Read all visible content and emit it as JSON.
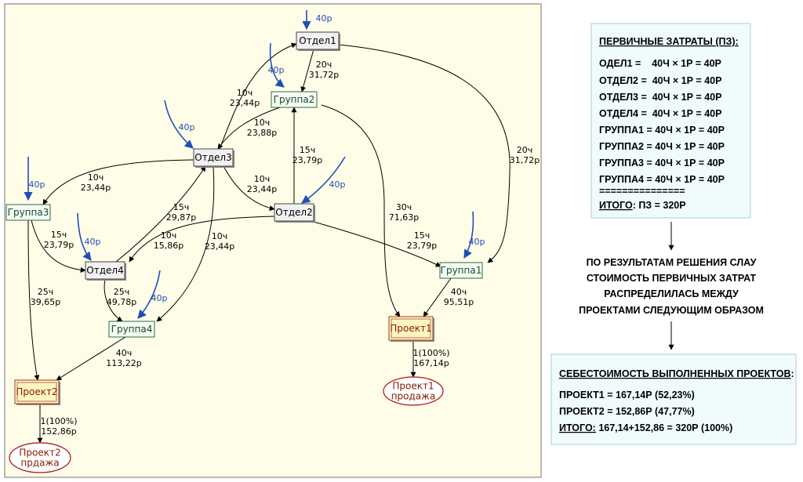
{
  "nodes": [
    {
      "id": "otdel1",
      "label": "Отдел1",
      "type": "dept"
    },
    {
      "id": "gruppa2",
      "label": "Группа2",
      "type": "group"
    },
    {
      "id": "otdel3",
      "label": "Отдел3",
      "type": "dept"
    },
    {
      "id": "otdel2",
      "label": "Отдел2",
      "type": "dept"
    },
    {
      "id": "gruppa3",
      "label": "Группа3",
      "type": "group"
    },
    {
      "id": "otdel4",
      "label": "Отдел4",
      "type": "dept"
    },
    {
      "id": "gruppa1",
      "label": "Группа1",
      "type": "group"
    },
    {
      "id": "gruppa4",
      "label": "Группа4",
      "type": "group"
    },
    {
      "id": "proekt1",
      "label": "Проект1",
      "type": "project"
    },
    {
      "id": "proekt2",
      "label": "Проект2",
      "type": "project"
    },
    {
      "id": "sale1",
      "label": [
        "Проект1",
        "продажа"
      ],
      "type": "sale"
    },
    {
      "id": "sale2",
      "label": [
        "Проект2",
        "прдажа"
      ],
      "type": "sale"
    }
  ],
  "edges": [
    {
      "from": "otdel1",
      "to": "gruppa2",
      "label": [
        "20ч",
        "31,72р"
      ]
    },
    {
      "from": "otdel1",
      "to": "gruppa1",
      "label": [
        "20ч",
        "31,72р"
      ]
    },
    {
      "from": "otdel3",
      "to": "otdel1",
      "label": [
        "10ч",
        "23,44р"
      ]
    },
    {
      "from": "gruppa2",
      "to": "otdel3",
      "label": [
        "10ч",
        "23,88р"
      ]
    },
    {
      "from": "otdel2",
      "to": "gruppa2",
      "label": [
        "15ч",
        "23,79р"
      ]
    },
    {
      "from": "gruppa2",
      "to": "proekt1",
      "label": [
        "30ч",
        "71,63р"
      ]
    },
    {
      "from": "otdel3",
      "to": "gruppa3",
      "label": [
        "10ч",
        "23,44р"
      ]
    },
    {
      "from": "otdel3",
      "to": "otdel2",
      "label": [
        "10ч",
        "23,44р"
      ]
    },
    {
      "from": "otdel4",
      "to": "otdel3",
      "label": [
        "15ч",
        "29,87р"
      ]
    },
    {
      "from": "otdel3",
      "to": "gruppa4",
      "label": [
        "10ч",
        "23,44р"
      ]
    },
    {
      "from": "otdel2",
      "to": "otdel4",
      "label": [
        "10ч",
        "15,86р"
      ]
    },
    {
      "from": "otdel2",
      "to": "gruppa1",
      "label": [
        "15ч",
        "23,79р"
      ]
    },
    {
      "from": "gruppa3",
      "to": "otdel4",
      "label": [
        "15ч",
        "23,79р"
      ]
    },
    {
      "from": "gruppa3",
      "to": "proekt2",
      "label": [
        "25ч",
        "39,65р"
      ]
    },
    {
      "from": "otdel4",
      "to": "gruppa4",
      "label": [
        "25ч",
        "49,78р"
      ]
    },
    {
      "from": "gruppa1",
      "to": "proekt1",
      "label": [
        "40ч",
        "95,51р"
      ]
    },
    {
      "from": "gruppa4",
      "to": "proekt2",
      "label": [
        "40ч",
        "113,22р"
      ]
    },
    {
      "from": "proekt1",
      "to": "sale1",
      "label": [
        "1(100%)",
        "167,14р"
      ]
    },
    {
      "from": "proekt2",
      "to": "sale2",
      "label": [
        "1(100%)",
        "152,86р"
      ]
    }
  ],
  "inflows": [
    {
      "to": "otdel1",
      "label": "40р"
    },
    {
      "to": "gruppa2",
      "label": "40р"
    },
    {
      "to": "otdel3",
      "label": "40р"
    },
    {
      "to": "otdel2",
      "label": "40р"
    },
    {
      "to": "gruppa3",
      "label": "40р"
    },
    {
      "to": "otdel4",
      "label": "40р"
    },
    {
      "to": "gruppa1",
      "label": "40р"
    },
    {
      "to": "gruppa4",
      "label": "40р"
    }
  ],
  "primary_costs": {
    "title": "ПЕРВИЧНЫЕ ЗАТРАТЫ (ПЗ):",
    "rows": [
      "ОДЕЛ1 =    40Ч × 1Р = 40Р",
      "ОТДЕЛ2 =  40Ч × 1Р = 40Р",
      "ОТДЕЛ3 =  40Ч × 1Р = 40Р",
      "ОТДЕЛ4 =  40Ч × 1Р = 40Р",
      "ГРУППА1 = 40Ч × 1Р = 40Р",
      "ГРУППА2 = 40Ч × 1Р = 40Р",
      "ГРУППА3 = 40Ч × 1Р = 40Р",
      "ГРУППА4 = 40Ч × 1Р = 40Р"
    ],
    "separator": "===============",
    "total_label": "ИТОГО",
    "total_value": ": ПЗ = 320Р"
  },
  "conclusion": [
    "ПО РЕЗУЛЬТАТАМ РЕШЕНИЯ СЛАУ",
    "СТОИМОСТЬ ПЕРВИЧНЫХ ЗАТРАТ",
    "РАСПРЕДЕЛИЛАСЬ МЕЖДУ",
    "ПРОЕКТАМИ СЛЕДУЮЩИМ ОБРАЗОМ"
  ],
  "project_costs": {
    "title": "СЕБЕСТОИМОСТЬ ВЫПОЛНЕННЫХ ПРОЕКТОВ",
    "title_suffix": ":",
    "rows": [
      "ПРОЕКТ1 = 167,14Р (52,23%)",
      "ПРОЕКТ2 = 152,86Р (47,77%)"
    ],
    "total_label": "ИТОГО:",
    "total_value": " 167,14+152,86 = 320Р (100%)"
  },
  "colors": {
    "canvas": "#fffde8",
    "dept_fill": "#f1f1f1",
    "group_fill": "#f3fbf3",
    "group_text": "#1c4a2c",
    "project_fill": "#fff4c4",
    "project_text": "#8a1a00",
    "sale_stroke": "#a8141a",
    "sale_text": "#8a1a00",
    "inflow": "#1f4fb5",
    "panel_fill": "#f0fcfc",
    "panel_border": "#aaccd4"
  }
}
